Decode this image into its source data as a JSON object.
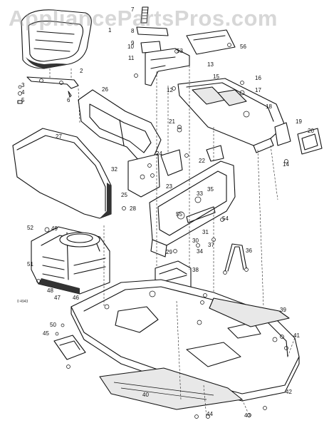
{
  "watermark": "AppliancePartsPros.com",
  "ref_code": "0 4943",
  "parts": [
    {
      "n": "1"
    },
    {
      "n": "2"
    },
    {
      "n": "3"
    },
    {
      "n": "4"
    },
    {
      "n": "5"
    },
    {
      "n": "6"
    },
    {
      "n": "7"
    },
    {
      "n": "8"
    },
    {
      "n": "9"
    },
    {
      "n": "10"
    },
    {
      "n": "11"
    },
    {
      "n": "12"
    },
    {
      "n": "13"
    },
    {
      "n": "14"
    },
    {
      "n": "15"
    },
    {
      "n": "16"
    },
    {
      "n": "17"
    },
    {
      "n": "18"
    },
    {
      "n": "19"
    },
    {
      "n": "20"
    },
    {
      "n": "21"
    },
    {
      "n": "22"
    },
    {
      "n": "23"
    },
    {
      "n": "24"
    },
    {
      "n": "25"
    },
    {
      "n": "26"
    },
    {
      "n": "27"
    },
    {
      "n": "28"
    },
    {
      "n": "29"
    },
    {
      "n": "30"
    },
    {
      "n": "31"
    },
    {
      "n": "32"
    },
    {
      "n": "33"
    },
    {
      "n": "34"
    },
    {
      "n": "35"
    },
    {
      "n": "36"
    },
    {
      "n": "37"
    },
    {
      "n": "38"
    },
    {
      "n": "39"
    },
    {
      "n": "40"
    },
    {
      "n": "41"
    },
    {
      "n": "42"
    },
    {
      "n": "43"
    },
    {
      "n": "44"
    },
    {
      "n": "45"
    },
    {
      "n": "46"
    },
    {
      "n": "47"
    },
    {
      "n": "48"
    },
    {
      "n": "49"
    },
    {
      "n": "50"
    },
    {
      "n": "51"
    },
    {
      "n": "52"
    },
    {
      "n": "53"
    },
    {
      "n": "54"
    },
    {
      "n": "55"
    },
    {
      "n": "56"
    }
  ]
}
